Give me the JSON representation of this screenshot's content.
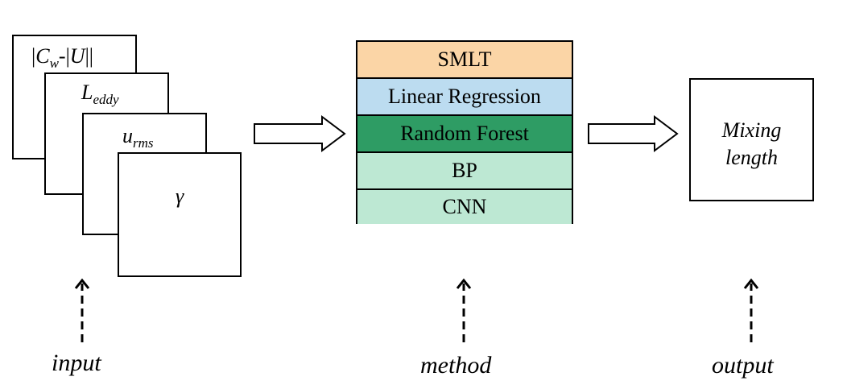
{
  "inputs": {
    "card1": {
      "pre": "|",
      "var": "C",
      "sub": "w",
      "mid": "-|",
      "var2": "U",
      "post": "||"
    },
    "card2": {
      "var": "L",
      "sub": "eddy"
    },
    "card3": {
      "var": "u",
      "sub": "rms"
    },
    "card4": {
      "var": "γ"
    }
  },
  "methods": [
    {
      "label": "SMLT",
      "color": "#fbd5a6"
    },
    {
      "label": "Linear Regression",
      "color": "#bcdcf0"
    },
    {
      "label": "Random Forest",
      "color": "#2e9c64"
    },
    {
      "label": "BP",
      "color": "#bde8d3"
    },
    {
      "label": "CNN",
      "color": "#bde8d3"
    }
  ],
  "output": {
    "line1": "Mixing",
    "line2": "length"
  },
  "captions": {
    "input": "input",
    "method": "method",
    "output": "output"
  }
}
